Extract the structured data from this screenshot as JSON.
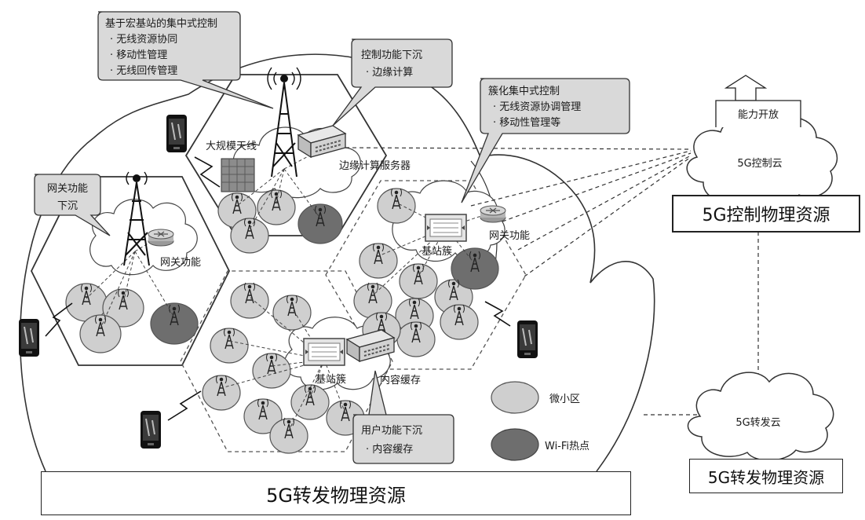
{
  "callouts": {
    "macro": {
      "title": "基于宏基站的集中式控制",
      "items": [
        "· 无线资源协同",
        "· 移动性管理",
        "· 无线回传管理"
      ]
    },
    "control_sink": {
      "title": "控制功能下沉",
      "items": [
        "· 边缘计算"
      ]
    },
    "cluster": {
      "title": "簇化集中式控制",
      "items": [
        "· 无线资源协调管理",
        "· 移动性管理等"
      ]
    },
    "gateway_sink": {
      "title": "网关功能",
      "line2": "下沉"
    },
    "user_sink": {
      "title": "用户功能下沉",
      "items": [
        "· 内容缓存"
      ]
    }
  },
  "labels": {
    "massive_mimo": "大规模天线",
    "edge_server": "边缘计算服务器",
    "gateway_left": "网关功能",
    "gateway_right": "网关功能",
    "cluster_upper": "基站簇",
    "cluster_lower": "基站簇",
    "content_cache": "内容缓存",
    "capability_open": "能力开放",
    "control_cloud": "5G控制云",
    "forward_cloud": "5G转发云"
  },
  "legend": {
    "micro_cell": "微小区",
    "wifi": "Wi-Fi热点"
  },
  "resources": {
    "control": "5G控制物理资源",
    "forward_right": "5G转发物理资源",
    "forward_main": "5G转发物理资源"
  },
  "colors": {
    "micro_cell": "#cfcfcf",
    "wifi": "#6e6e6e",
    "callout": "#d9d9d9",
    "line": "#333333"
  }
}
